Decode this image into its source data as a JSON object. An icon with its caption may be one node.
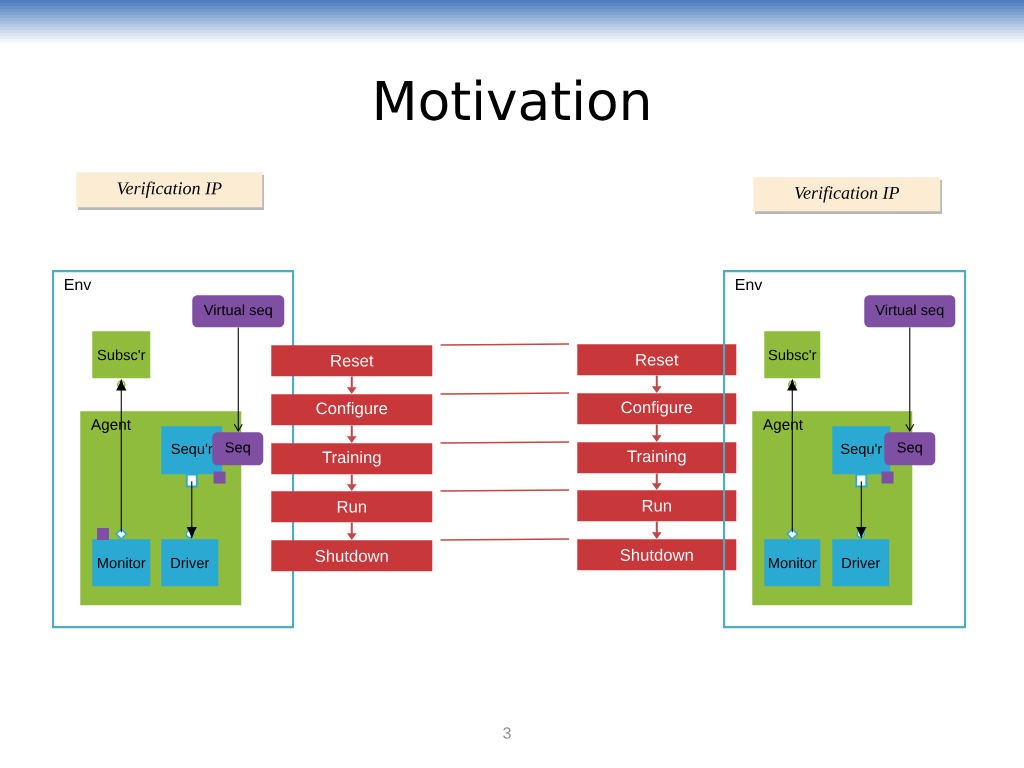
{
  "diagram": {
    "title": "Motivation",
    "nodes": [
      {
        "text": [
          "Verification IP"
        ]
      },
      {
        "text": [
          "Verification IP"
        ]
      },
      {
        "text": [
          "Env"
        ]
      },
      {
        "text": [
          "Virtual seq"
        ],
        "in": 2
      },
      {
        "text": [
          "Subsc'r"
        ],
        "in": 2
      },
      {
        "text": [
          "Agent"
        ],
        "in": 2
      },
      {
        "text": [
          "Sequ'r"
        ],
        "in": 5
      },
      {
        "text": [
          "Seq"
        ],
        "in": 2
      },
      {
        "text": [
          "Monitor"
        ],
        "in": 5
      },
      {
        "text": [
          "Driver"
        ],
        "in": 5
      },
      {
        "text": [
          "Reset"
        ]
      },
      {
        "text": [
          "Configure"
        ]
      },
      {
        "text": [
          "Training"
        ]
      },
      {
        "text": [
          "Run"
        ]
      },
      {
        "text": [
          "Shutdown"
        ]
      },
      {
        "text": [
          "Reset"
        ]
      },
      {
        "text": [
          "Configure"
        ]
      },
      {
        "text": [
          "Training"
        ]
      },
      {
        "text": [
          "Run"
        ]
      },
      {
        "text": [
          "Shutdown"
        ]
      },
      {
        "text": [
          "Env"
        ]
      },
      {
        "text": [
          "Virtual seq"
        ],
        "in": 20
      },
      {
        "text": [
          "Subsc'r"
        ],
        "in": 20
      },
      {
        "text": [
          "Agent"
        ],
        "in": 20
      },
      {
        "text": [
          "Sequ'r"
        ],
        "in": 23
      },
      {
        "text": [
          "Seq"
        ],
        "in": 20
      },
      {
        "text": [
          "Monitor"
        ],
        "in": 23
      },
      {
        "text": [
          "Driver"
        ],
        "in": 23
      }
    ],
    "edges": [
      {
        "from": 3,
        "to": 7,
        "arrow": "to",
        "color": "#000000"
      },
      {
        "from": 8,
        "to": 4,
        "arrow": "to",
        "color": "#000000"
      },
      {
        "from": 6,
        "to": 9,
        "arrow": "to",
        "color": "#000000"
      },
      {
        "from": 10,
        "to": 11,
        "arrow": "to"
      },
      {
        "from": 11,
        "to": 12,
        "arrow": "to"
      },
      {
        "from": 12,
        "to": 13,
        "arrow": "to"
      },
      {
        "from": 13,
        "to": 14,
        "arrow": "to"
      },
      {
        "from": 10,
        "to": 15,
        "arrow": "none"
      },
      {
        "from": 11,
        "to": 16,
        "arrow": "none"
      },
      {
        "from": 12,
        "to": 17,
        "arrow": "none"
      },
      {
        "from": 13,
        "to": 18,
        "arrow": "none"
      },
      {
        "from": 14,
        "to": 19,
        "arrow": "none"
      },
      {
        "from": 21,
        "to": 25,
        "arrow": "to",
        "color": "#000000"
      },
      {
        "from": 26,
        "to": 22,
        "arrow": "to",
        "color": "#000000"
      },
      {
        "from": 24,
        "to": 27,
        "arrow": "to",
        "color": "#000000"
      },
      {
        "from": 15,
        "to": 16,
        "arrow": "to"
      },
      {
        "from": 16,
        "to": 17,
        "arrow": "to"
      },
      {
        "from": 17,
        "to": 18,
        "arrow": "to"
      },
      {
        "from": 18,
        "to": 19,
        "arrow": "to"
      }
    ],
    "labels": [
      "3"
    ]
  }
}
